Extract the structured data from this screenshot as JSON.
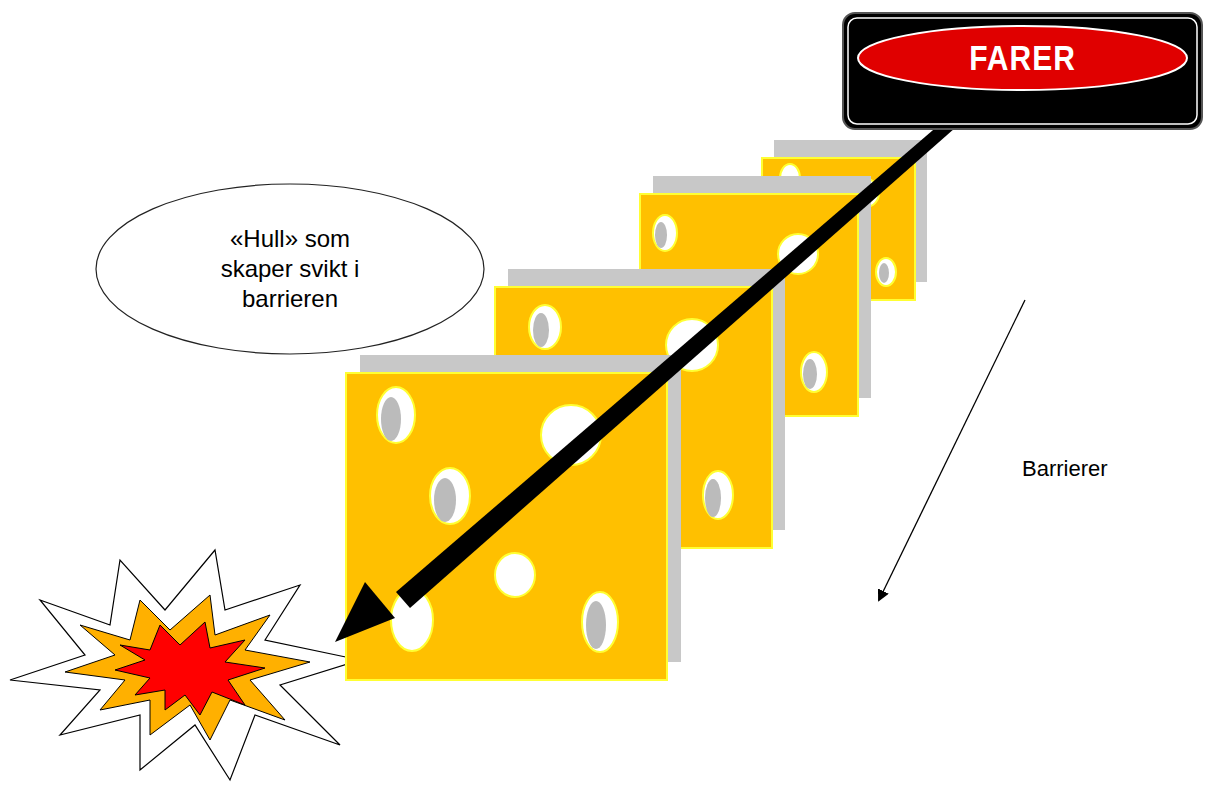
{
  "diagram": {
    "nodes": [
      {
        "text": [
          "FARER"
        ]
      },
      {
        "text": [
          "«Hull» som skaper svikt i barrieren"
        ]
      }
    ],
    "labels": [
      "Barrierer"
    ]
  }
}
